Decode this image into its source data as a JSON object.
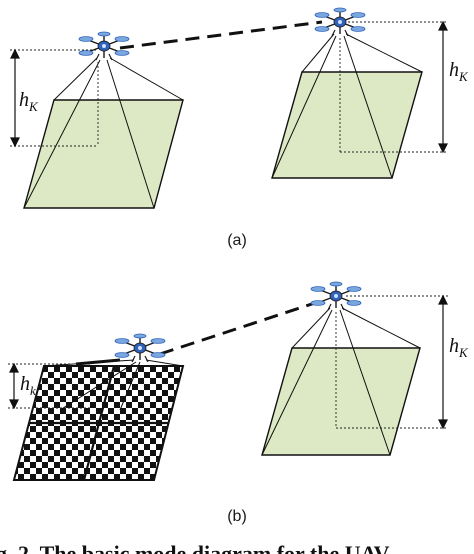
{
  "panels": [
    {
      "label": "(a)",
      "height_label_left": "h",
      "height_label_left_sub": "K",
      "height_label_right": "h",
      "height_label_right_sub": "K"
    },
    {
      "label": "(b)",
      "height_label_left": "h",
      "height_label_left_sub": "k",
      "height_label_right": "h",
      "height_label_right_sub": "K"
    }
  ],
  "caption": "g. 2.   The basic mode diagram for the UAV",
  "colors": {
    "footprint_fill": "#dde8c4",
    "line": "#111111",
    "drone_body": "#2f62b8",
    "drone_dark": "#1a1a1a"
  },
  "icons": {
    "drone": "quadcopter-drone-icon"
  }
}
